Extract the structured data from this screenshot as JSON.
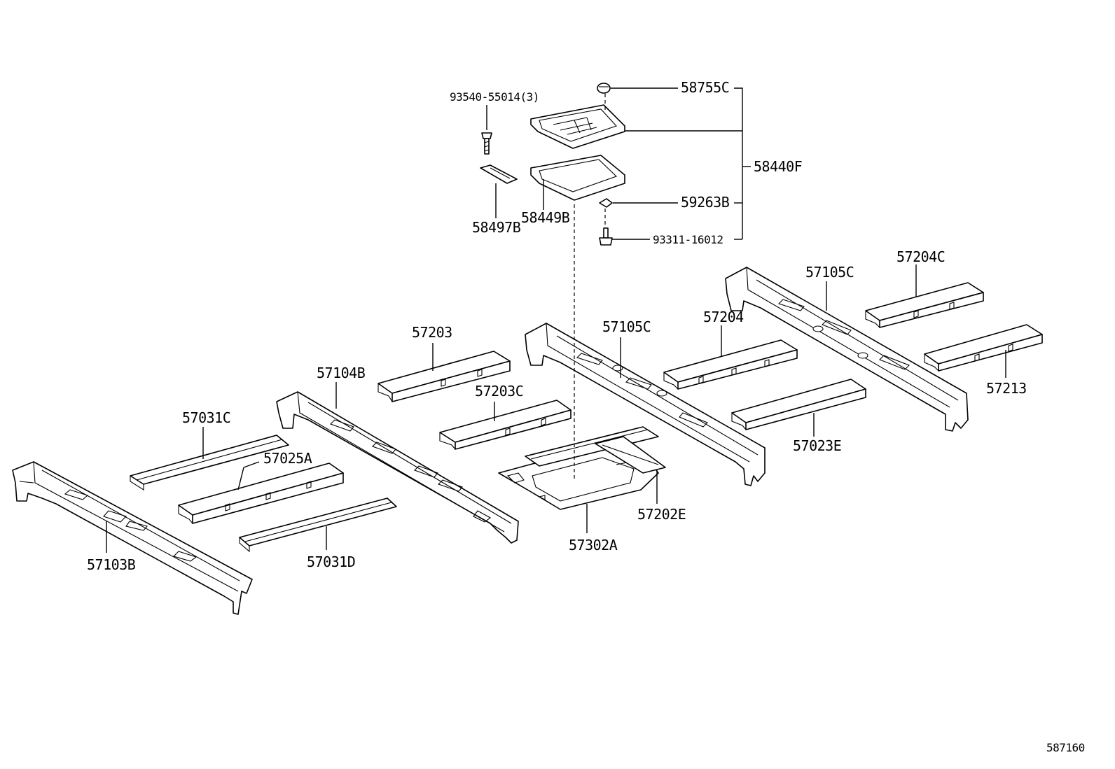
{
  "diagram": {
    "parts": [
      {
        "id": "p93540",
        "label": "93540-55014(3)"
      },
      {
        "id": "p58755C",
        "label": "58755C"
      },
      {
        "id": "p58440F",
        "label": "58440F"
      },
      {
        "id": "p59263B",
        "label": "59263B"
      },
      {
        "id": "p93311",
        "label": "93311-16012"
      },
      {
        "id": "p58497B",
        "label": "58497B"
      },
      {
        "id": "p58449B",
        "label": "58449B"
      },
      {
        "id": "p57204C",
        "label": "57204C"
      },
      {
        "id": "p57105C_rear",
        "label": "57105C"
      },
      {
        "id": "p57204",
        "label": "57204"
      },
      {
        "id": "p57213",
        "label": "57213"
      },
      {
        "id": "p57023E",
        "label": "57023E"
      },
      {
        "id": "p57105C_mid",
        "label": "57105C"
      },
      {
        "id": "p57203",
        "label": "57203"
      },
      {
        "id": "p57203C",
        "label": "57203C"
      },
      {
        "id": "p57104B",
        "label": "57104B"
      },
      {
        "id": "p57202E",
        "label": "57202E"
      },
      {
        "id": "p57302A",
        "label": "57302A"
      },
      {
        "id": "p57031C",
        "label": "57031C"
      },
      {
        "id": "p57025A",
        "label": "57025A"
      },
      {
        "id": "p57031D",
        "label": "57031D"
      },
      {
        "id": "p57103B",
        "label": "57103B"
      }
    ],
    "figure_id": "587160"
  }
}
